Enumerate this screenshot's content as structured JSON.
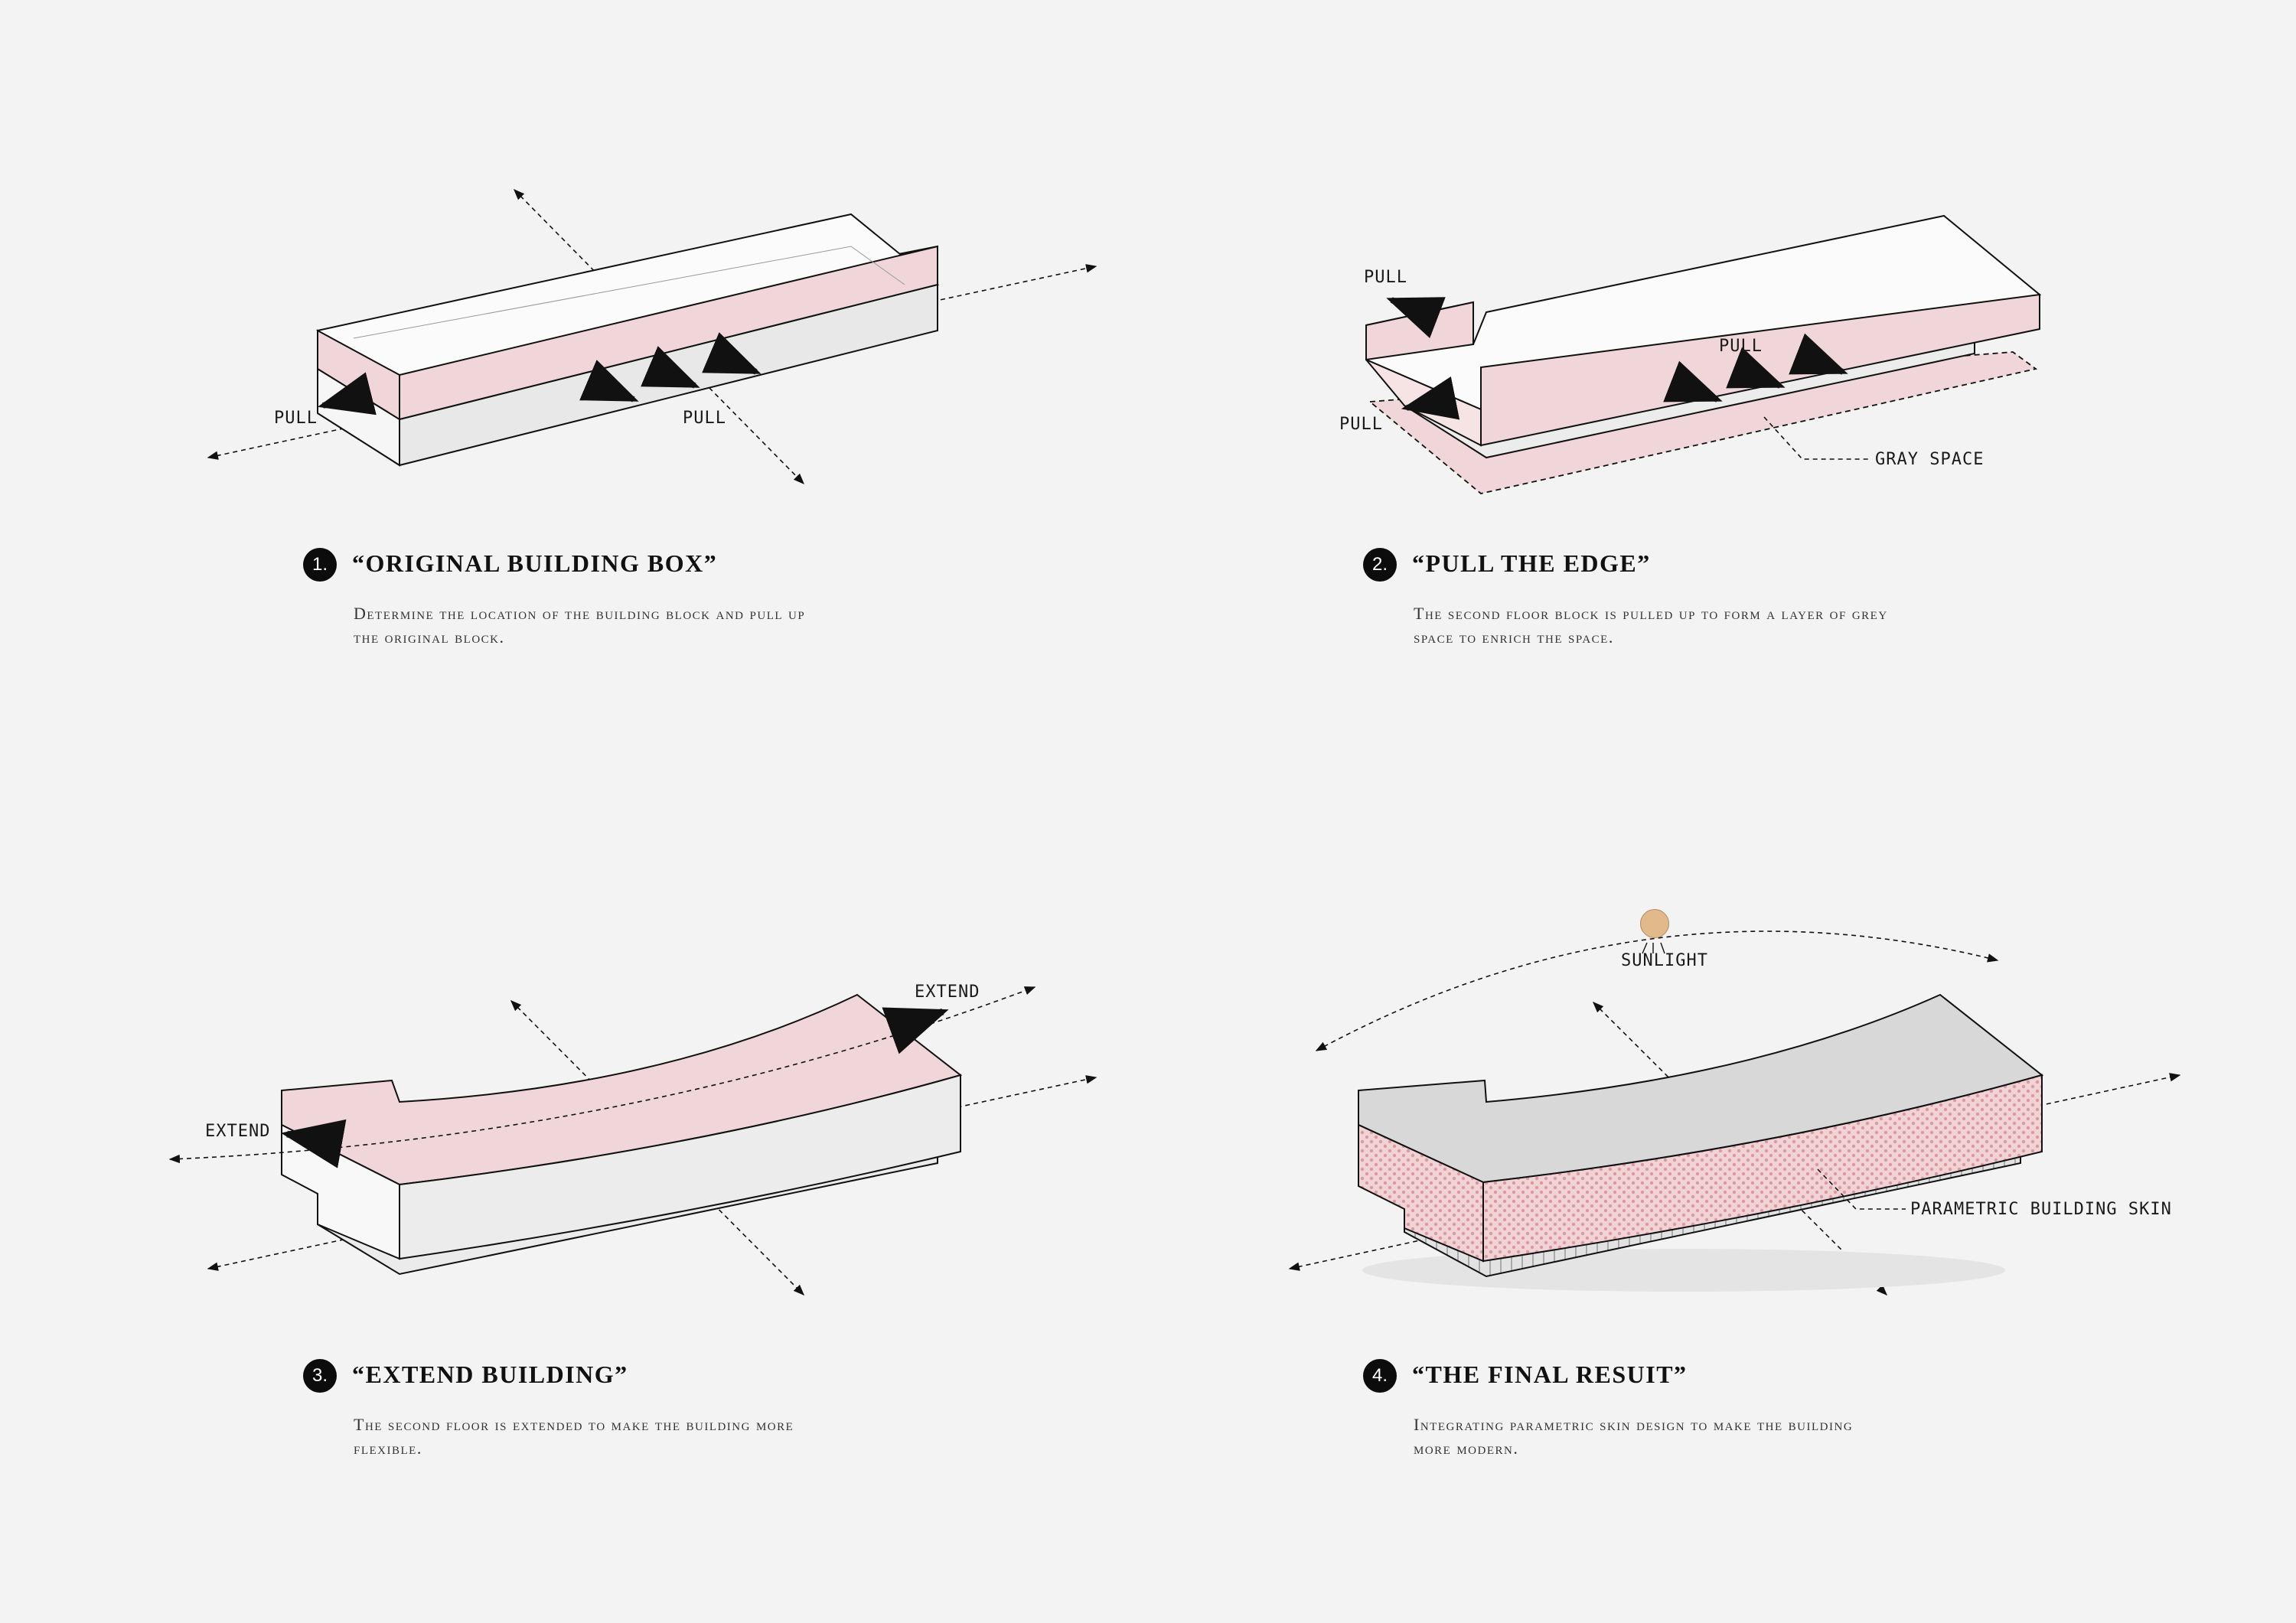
{
  "steps": [
    {
      "number": "1.",
      "title": "“ORIGINAL BUILDING BOX”",
      "description": "Determine the location of the building block and pull up the original block."
    },
    {
      "number": "2.",
      "title": "“PULL THE EDGE”",
      "description": "The second floor block is pulled up to form a layer of grey space to enrich the space."
    },
    {
      "number": "3.",
      "title": "“EXTEND BUILDING”",
      "description": "The second floor is extended to make the building more flexible."
    },
    {
      "number": "4.",
      "title": "“THE FINAL RESUIT”",
      "description": "Integrating parametric skin design to make the building more modern."
    }
  ],
  "labels": {
    "d1_pull_left": "PULL",
    "d1_pull_front": "PULL",
    "d2_pull_top": "PULL",
    "d2_pull_mid": "PULL",
    "d2_pull_left": "PULL",
    "d2_gray_space": "GRAY SPACE",
    "d3_extend_left": "EXTEND",
    "d3_extend_right": "EXTEND",
    "d4_sunlight": "SUNLIGHT",
    "d4_skin": "PARAMETRIC BUILDING SKIN"
  },
  "colors": {
    "background": "#f3f3f3",
    "pink": "#f0d6d8",
    "gray_face": "#e6e6e6",
    "sun": "#e2b98a"
  }
}
